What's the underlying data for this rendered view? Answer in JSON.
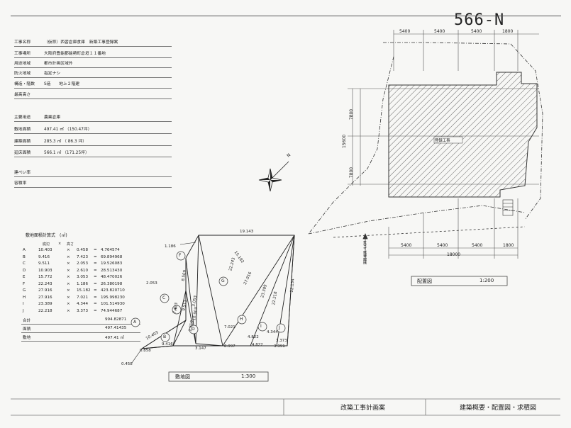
{
  "sheet_number": "566-N",
  "project": {
    "rows": [
      {
        "label": "工事名称",
        "value": "（仮称）西習倉庫食庫　新築工事登録案"
      },
      {
        "label": "工事場所",
        "value": "大阪府豊能郡能勢町倉垣１１番地"
      },
      {
        "label": "用途地域",
        "value": "都市計画区域外"
      },
      {
        "label": "防火地域",
        "value": "指定ナシ"
      },
      {
        "label": "構造・階数",
        "value": "S造　　地上２階建"
      },
      {
        "label": "最高高さ",
        "value": ""
      },
      {
        "label": "主要用途",
        "value": "農業倉庫"
      },
      {
        "label": "敷地面積",
        "value": "497.41 ㎡ （150.47坪）"
      },
      {
        "label": "建築面積",
        "value": "285.3 ㎡ （ 86.3 坪）"
      },
      {
        "label": "延床面積",
        "value": "566.1 ㎡ （171.25坪）"
      },
      {
        "label": "建ぺい率",
        "value": ""
      },
      {
        "label": "容積率",
        "value": ""
      }
    ]
  },
  "area_calc": {
    "title": "敷地面積計算式　(㎡)",
    "headers": [
      "底辺",
      "×",
      "高さ"
    ],
    "rows": [
      {
        "id": "A",
        "base": "10.403",
        "height": "0.458",
        "result": "4.764574"
      },
      {
        "id": "B",
        "base": "9.416",
        "height": "7.423",
        "result": "69.894968"
      },
      {
        "id": "C",
        "base": "9.511",
        "height": "2.053",
        "result": "19.526083"
      },
      {
        "id": "D",
        "base": "10.903",
        "height": "2.610",
        "result": "28.513430"
      },
      {
        "id": "E",
        "base": "15.772",
        "height": "3.053",
        "result": "48.470026"
      },
      {
        "id": "F",
        "base": "22.243",
        "height": "1.186",
        "result": "26.380198"
      },
      {
        "id": "G",
        "base": "27.916",
        "height": "15.182",
        "result": "423.820710"
      },
      {
        "id": "H",
        "base": "27.916",
        "height": "7.021",
        "result": "195.998230"
      },
      {
        "id": "I",
        "base": "23.389",
        "height": "4.344",
        "result": "101.514930"
      },
      {
        "id": "J",
        "base": "22.218",
        "height": "3.373",
        "result": "74.944687"
      }
    ],
    "totals": [
      {
        "label": "合計",
        "value": "994.82871"
      },
      {
        "label": "面積",
        "value": "497.41435"
      },
      {
        "label": "敷地",
        "value": "497.41 ㎡"
      }
    ]
  },
  "site_plan_labels": {
    "dims_top": [
      "5400",
      "5400",
      "5400",
      "1800"
    ],
    "dims_bottom": [
      "5400",
      "5400",
      "5400",
      "1800"
    ],
    "total_bottom": "18000",
    "dims_left": [
      "7800",
      "15600",
      "7800"
    ],
    "building_label": "登録工事",
    "road_label": "道路幅員 4.0M"
  },
  "plot_labels": {
    "segments": [
      "19.143",
      "15.182",
      "22.243",
      "27.916",
      "23.389",
      "22.134",
      "22.218",
      "10.403",
      "9.416",
      "3.147",
      "8.997",
      "4.822",
      "3.391",
      "0.858",
      "0.458",
      "1.186",
      "2.053",
      "4.822",
      "7.021",
      "4.344",
      "3.373",
      "7.423",
      "9.511",
      "10.903",
      "8.509",
      "3.053",
      "2.610"
    ],
    "regions": [
      "A",
      "B",
      "C",
      "D",
      "E",
      "F",
      "G",
      "H",
      "I",
      "J"
    ]
  },
  "title_blocks": {
    "site_area": {
      "label": "敷地図",
      "scale": "1:300"
    },
    "layout": {
      "label": "配置図",
      "scale": "1:200"
    }
  },
  "footer": {
    "project": "改築工事計画案",
    "drawing": "建築概要・配置図・求積図"
  },
  "north_mark": "N"
}
